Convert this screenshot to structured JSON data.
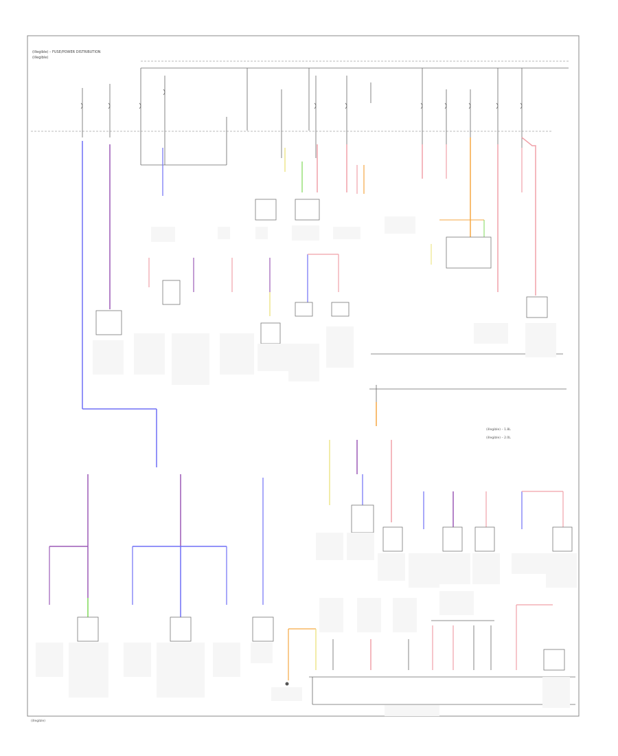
{
  "header": {
    "title": "(illegible) – FUSE/POWER DISTRIBUTION",
    "subtitle": "(illegible)"
  },
  "legend": {
    "line1": "(illegible) – 1.8L",
    "line2": "(illegible) – 2.0L"
  },
  "footer": {
    "code": "(illegible)"
  },
  "colors": {
    "violet": "#9b59b6",
    "blue": "#6e6ef5",
    "pink": "#f0a0a8",
    "orange": "#f5a742",
    "yellow": "#e8e070",
    "green": "#7ed957",
    "gray": "#777777"
  }
}
